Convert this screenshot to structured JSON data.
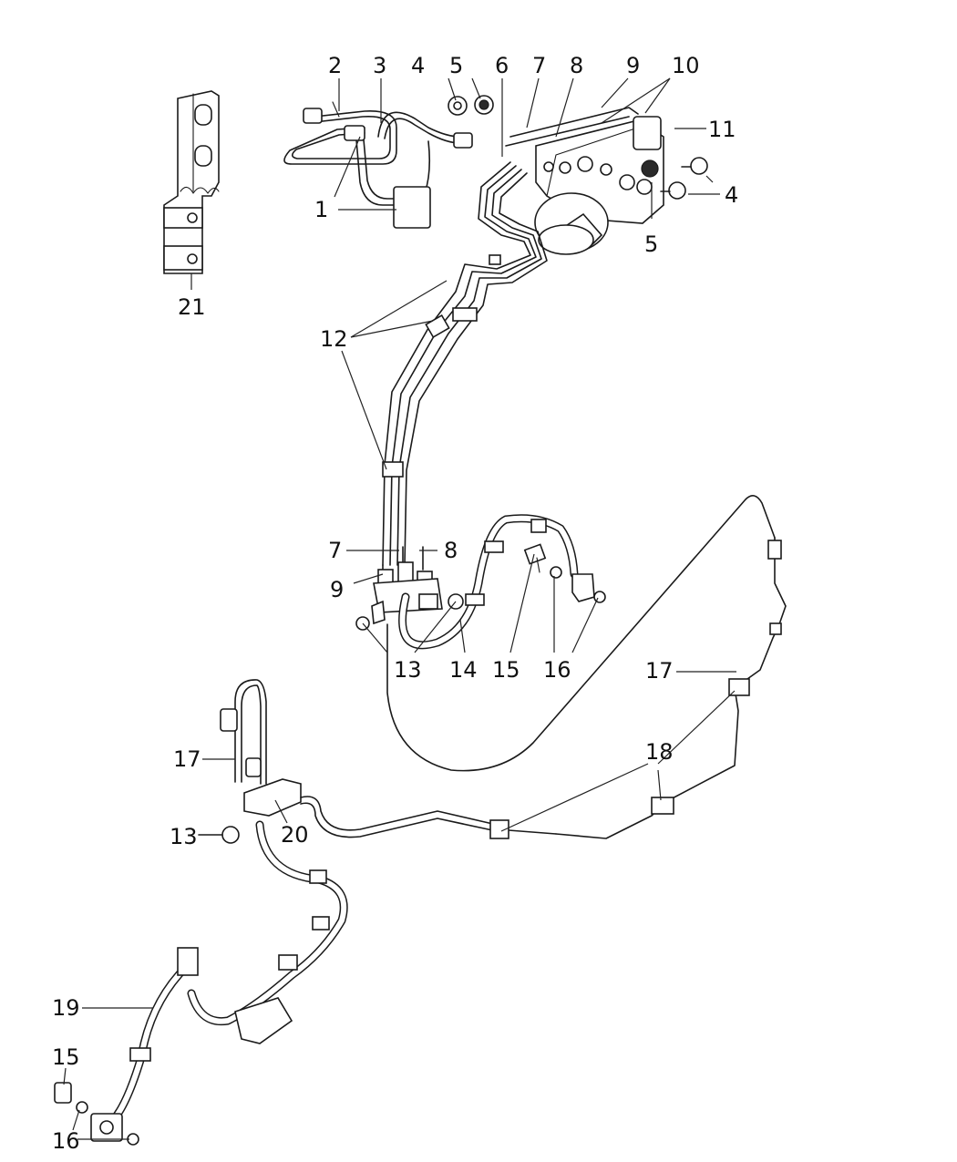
{
  "callouts": [
    {
      "id": "1a",
      "text": "1"
    },
    {
      "id": "2",
      "text": "2"
    },
    {
      "id": "3",
      "text": "3"
    },
    {
      "id": "4a",
      "text": "4"
    },
    {
      "id": "5a",
      "text": "5"
    },
    {
      "id": "6",
      "text": "6"
    },
    {
      "id": "7a",
      "text": "7"
    },
    {
      "id": "8a",
      "text": "8"
    },
    {
      "id": "9a",
      "text": "9"
    },
    {
      "id": "10",
      "text": "10"
    },
    {
      "id": "11",
      "text": "11"
    },
    {
      "id": "4b",
      "text": "4"
    },
    {
      "id": "5b",
      "text": "5"
    },
    {
      "id": "21",
      "text": "21"
    },
    {
      "id": "12",
      "text": "12"
    },
    {
      "id": "7b",
      "text": "7"
    },
    {
      "id": "8b",
      "text": "8"
    },
    {
      "id": "9b",
      "text": "9"
    },
    {
      "id": "13a",
      "text": "13"
    },
    {
      "id": "14",
      "text": "14"
    },
    {
      "id": "15a",
      "text": "15"
    },
    {
      "id": "16a",
      "text": "16"
    },
    {
      "id": "17a",
      "text": "17"
    },
    {
      "id": "18",
      "text": "18"
    },
    {
      "id": "17b",
      "text": "17"
    },
    {
      "id": "13b",
      "text": "13"
    },
    {
      "id": "20",
      "text": "20"
    },
    {
      "id": "19",
      "text": "19"
    },
    {
      "id": "15b",
      "text": "15"
    },
    {
      "id": "16b",
      "text": "16"
    }
  ]
}
